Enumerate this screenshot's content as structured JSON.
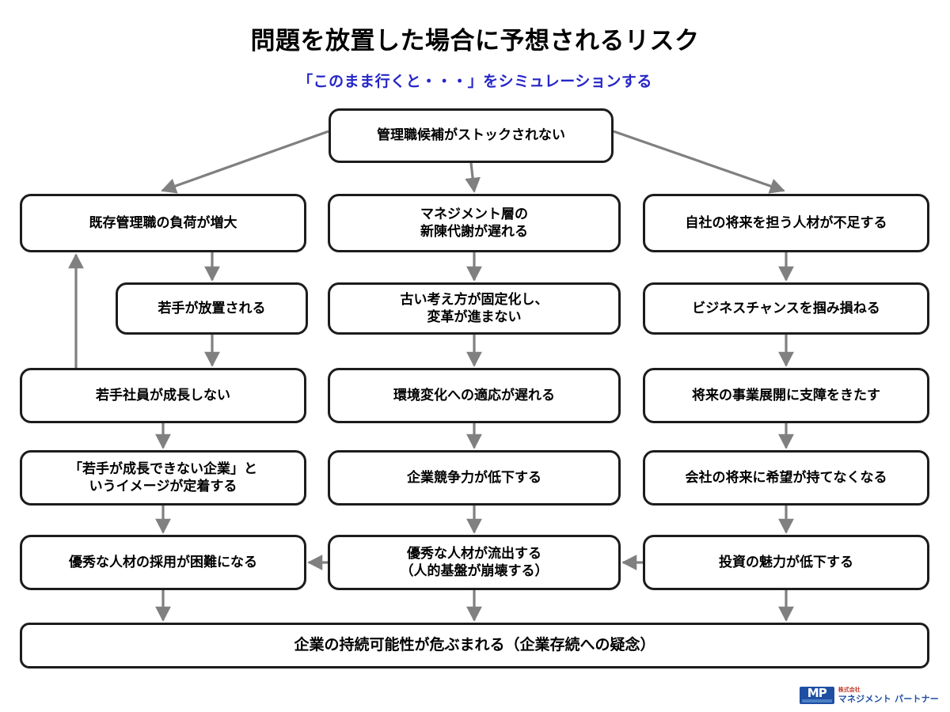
{
  "header": {
    "title": "問題を放置した場合に予想されるリスク",
    "subtitle": "「このまま行くと・・・」をシミュレーションする",
    "title_color": "#000000",
    "subtitle_color": "#2525C8"
  },
  "diagram": {
    "type": "flowchart",
    "node_border_color": "#1C1C1C",
    "node_fill_color": "#FFFFFF",
    "arrow_color": "#808080",
    "nodes": [
      {
        "id": "root",
        "label": "管理職候補がストックされない",
        "column": "center",
        "row": 0
      },
      {
        "id": "l1",
        "label": "既存管理職の負荷が増大",
        "column": "left",
        "row": 1
      },
      {
        "id": "c1",
        "label": "マネジメント層の\n新陳代謝が遅れる",
        "column": "center",
        "row": 1
      },
      {
        "id": "r1",
        "label": "自社の将来を担う人材が不足する",
        "column": "right",
        "row": 1
      },
      {
        "id": "l2",
        "label": "若手が放置される",
        "column": "left",
        "row": 2
      },
      {
        "id": "c2",
        "label": "古い考え方が固定化し、\n変革が進まない",
        "column": "center",
        "row": 2
      },
      {
        "id": "r2",
        "label": "ビジネスチャンスを掴み損ねる",
        "column": "right",
        "row": 2
      },
      {
        "id": "l3",
        "label": "若手社員が成長しない",
        "column": "left",
        "row": 3
      },
      {
        "id": "c3",
        "label": "環境変化への適応が遅れる",
        "column": "center",
        "row": 3
      },
      {
        "id": "r3",
        "label": "将来の事業展開に支障をきたす",
        "column": "right",
        "row": 3
      },
      {
        "id": "l4",
        "label": "「若手が成長できない企業」と\nいうイメージが定着する",
        "column": "left",
        "row": 4
      },
      {
        "id": "c4",
        "label": "企業競争力が低下する",
        "column": "center",
        "row": 4
      },
      {
        "id": "r4",
        "label": "会社の将来に希望が持てなくなる",
        "column": "right",
        "row": 4
      },
      {
        "id": "l5",
        "label": "優秀な人材の採用が困難になる",
        "column": "left",
        "row": 5
      },
      {
        "id": "c5",
        "label": "優秀な人材が流出する\n（人的基盤が崩壊する）",
        "column": "center",
        "row": 5
      },
      {
        "id": "r5",
        "label": "投資の魅力が低下する",
        "column": "right",
        "row": 5
      },
      {
        "id": "bottom",
        "label": "企業の持続可能性が危ぶまれる（企業存続への疑念）",
        "column": "full",
        "row": 6
      }
    ],
    "edges": [
      {
        "from": "root",
        "to": "l1",
        "kind": "diagonal-left"
      },
      {
        "from": "root",
        "to": "c1",
        "kind": "vertical"
      },
      {
        "from": "root",
        "to": "r1",
        "kind": "diagonal-right"
      },
      {
        "from": "l1",
        "to": "l2",
        "kind": "vertical"
      },
      {
        "from": "l2",
        "to": "l3",
        "kind": "vertical"
      },
      {
        "from": "l3",
        "to": "l1",
        "kind": "vertical-up"
      },
      {
        "from": "l3",
        "to": "l4",
        "kind": "vertical"
      },
      {
        "from": "l4",
        "to": "l5",
        "kind": "vertical"
      },
      {
        "from": "l5",
        "to": "bottom",
        "kind": "vertical"
      },
      {
        "from": "c1",
        "to": "c2",
        "kind": "vertical"
      },
      {
        "from": "c2",
        "to": "c3",
        "kind": "vertical"
      },
      {
        "from": "c3",
        "to": "c4",
        "kind": "vertical"
      },
      {
        "from": "c4",
        "to": "c5",
        "kind": "vertical"
      },
      {
        "from": "c5",
        "to": "l5",
        "kind": "horizontal-left"
      },
      {
        "from": "c5",
        "to": "bottom",
        "kind": "vertical"
      },
      {
        "from": "r1",
        "to": "r2",
        "kind": "vertical"
      },
      {
        "from": "r2",
        "to": "r3",
        "kind": "vertical"
      },
      {
        "from": "r3",
        "to": "r4",
        "kind": "vertical"
      },
      {
        "from": "r4",
        "to": "r5",
        "kind": "vertical"
      },
      {
        "from": "r5",
        "to": "c5",
        "kind": "horizontal-left"
      },
      {
        "from": "r5",
        "to": "bottom",
        "kind": "vertical"
      }
    ]
  },
  "logo": {
    "mark_text": "MP",
    "company_prefix": "株式会社",
    "company_name": "マネジメント パートナー",
    "brand_color": "#1F4FA3",
    "prefix_color": "#C23A2B"
  }
}
